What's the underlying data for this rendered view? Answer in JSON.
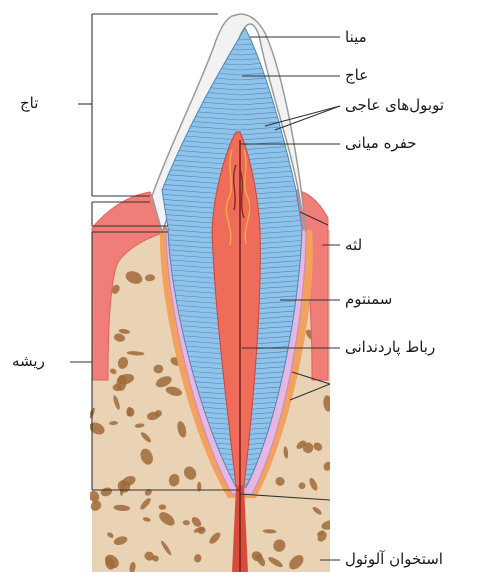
{
  "labels": {
    "enamel": "مینا",
    "dentin": "عاج",
    "dentinal_tubules": "توبول‌های عاجی",
    "pulp_cavity": "حفره میانی",
    "gum": "لثه",
    "cementum": "سمنتوم",
    "periodontal_ligament": "رباط پاردندانی",
    "alveolar_bone": "استخوان آلوئول",
    "crown": "تاج",
    "root": "ریشه"
  },
  "colors": {
    "enamel": "#f2f2f2",
    "dentin": "#8fc3ea",
    "dentin_lines": "#4f86b8",
    "pulp": "#ef6b5a",
    "gum": "#f07d78",
    "cementum": "#e7b7e3",
    "ligament": "#f2a15e",
    "bone": "#ead3b5",
    "bone_spots": "#a06a3a",
    "lines": "#333333"
  }
}
